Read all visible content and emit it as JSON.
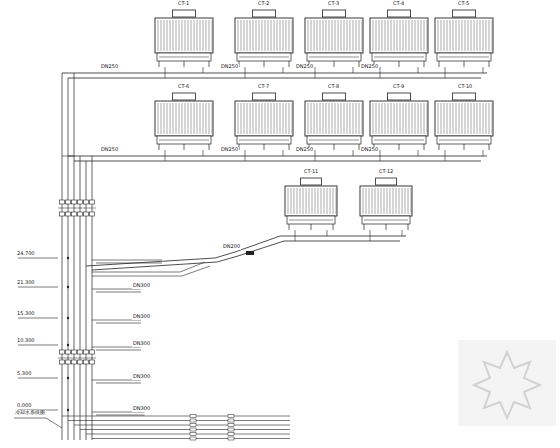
{
  "diagram": {
    "labels": [
      "CT-1",
      "CT-2",
      "CT-3",
      "CT-4",
      "CT-5",
      "CT-6",
      "CT-7",
      "CT-8",
      "CT-9",
      "CT-10",
      "CT-11",
      "CT-12",
      "24.700",
      "21.300",
      "15.300",
      "10.300",
      "5.300",
      "0.000",
      "DN300",
      "DN300",
      "DN300",
      "DN300",
      "DN300",
      "DN250",
      "DN250",
      "DN250",
      "DN250",
      "DN250",
      "DN250",
      "DN250",
      "DN250",
      "DN200",
      "冷却水系统图"
    ]
  }
}
